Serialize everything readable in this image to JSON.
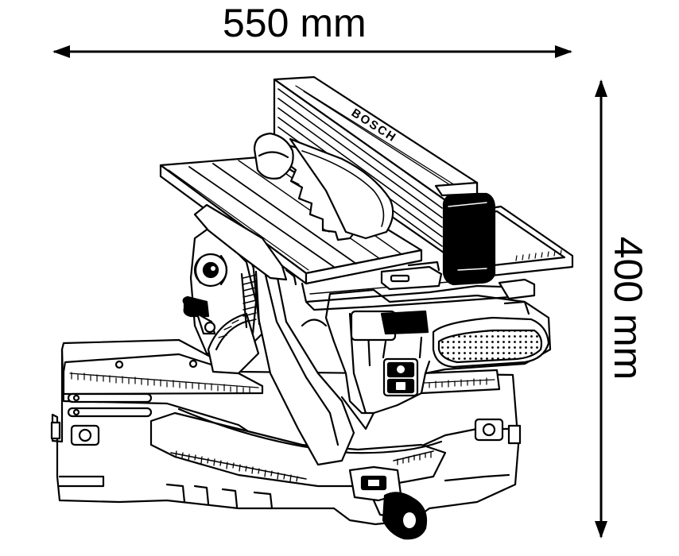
{
  "dimensions": {
    "width_label": "550 mm",
    "height_label": "400 mm"
  },
  "machine": {
    "brand": "BOSCH",
    "icon": "table-top-miter-saw-drawing"
  },
  "colors": {
    "line": "#000000",
    "background": "#ffffff"
  }
}
